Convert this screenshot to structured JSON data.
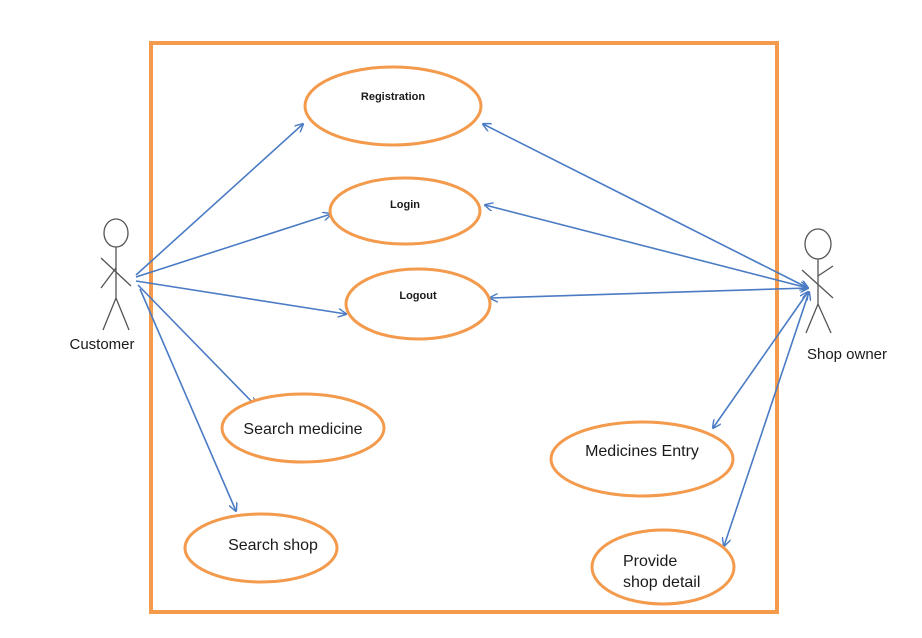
{
  "diagram": {
    "type": "use-case",
    "actors": [
      {
        "id": "customer",
        "label": "Customer"
      },
      {
        "id": "shop-owner",
        "label": "Shop owner"
      }
    ],
    "use_cases": [
      {
        "id": "registration",
        "label": "Registration"
      },
      {
        "id": "login",
        "label": "Login"
      },
      {
        "id": "logout",
        "label": "Logout"
      },
      {
        "id": "search-medicine",
        "label": "Search medicine"
      },
      {
        "id": "search-shop",
        "label": "Search shop"
      },
      {
        "id": "medicines-entry",
        "label": "Medicines Entry"
      },
      {
        "id": "provide-shop-detail",
        "label_line1": "Provide",
        "label_line2": "shop detail"
      }
    ],
    "associations": [
      {
        "from": "customer",
        "to": "registration"
      },
      {
        "from": "customer",
        "to": "login"
      },
      {
        "from": "customer",
        "to": "logout"
      },
      {
        "from": "customer",
        "to": "search-medicine"
      },
      {
        "from": "customer",
        "to": "search-shop"
      },
      {
        "from": "shop-owner",
        "to": "registration"
      },
      {
        "from": "shop-owner",
        "to": "login"
      },
      {
        "from": "shop-owner",
        "to": "logout"
      },
      {
        "from": "shop-owner",
        "to": "medicines-entry"
      },
      {
        "from": "shop-owner",
        "to": "provide-shop-detail"
      }
    ],
    "colors": {
      "boundary": "#f39a4c",
      "use_case_stroke": "#f39a4c",
      "association": "#4a7bc4",
      "actor": "#555555"
    }
  }
}
